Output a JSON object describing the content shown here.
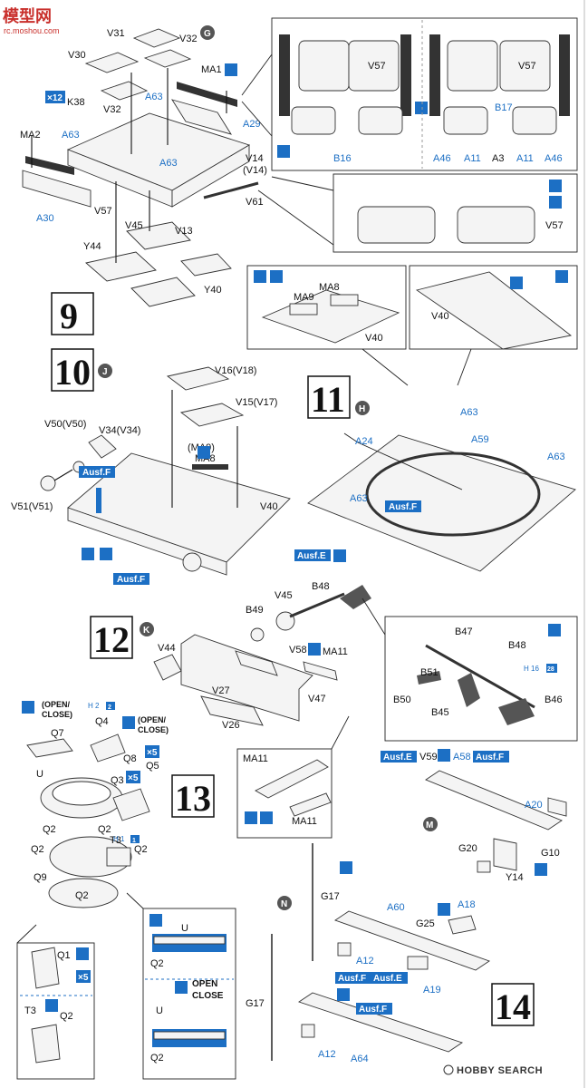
{
  "watermark": {
    "top_logo": "模型网",
    "top_url": "rc.moshou.com",
    "bottom_logo": "HOBBY SEARCH"
  },
  "steps": [
    "9",
    "10",
    "11",
    "12",
    "13",
    "14"
  ],
  "subassemblies": [
    "G",
    "J",
    "H",
    "K",
    "M",
    "N"
  ],
  "callouts": {
    "x12": "×12",
    "x5": "×5",
    "x5b": "×5",
    "h2": "H 2",
    "h2n": "2",
    "h1": "H 1",
    "h1n": "1",
    "h16": "H 16",
    "h16n": "28"
  },
  "badges": {
    "ausf_f": "Ausf.F",
    "ausf_e": "Ausf.E"
  },
  "annotations": {
    "open_close": "(OPEN/\nCLOSE)",
    "open": "OPEN",
    "close": "CLOSE"
  },
  "labels_black": {
    "V31": "V31",
    "V32a": "V32",
    "V30": "V30",
    "MA1": "MA1",
    "K38": "K38",
    "V32b": "V32",
    "MA2": "MA2",
    "V14": "V14",
    "V14p": "(V14)",
    "V61": "V61",
    "V57a": "V57",
    "V45": "V45",
    "V13": "V13",
    "Y44": "Y44",
    "Y40": "Y40",
    "V57b": "V57",
    "V57c": "V57",
    "V57d": "V57",
    "A3": "A3",
    "MA9": "MA9",
    "MA8": "MA8",
    "V40a": "V40",
    "V40b": "V40",
    "V16": "V16(V18)",
    "V15": "V15(V17)",
    "MA9p": "(MA9)",
    "MA8b": "MA8",
    "V40c": "V40",
    "V50": "V50(V50)",
    "V34": "V34(V34)",
    "V51": "V51(V51)",
    "V45b": "V45",
    "B48": "B48",
    "B49": "B49",
    "V44": "V44",
    "V58": "V58",
    "MA11": "MA11",
    "V27": "V27",
    "V47": "V47",
    "V26": "V26",
    "B47": "B47",
    "B48b": "B48",
    "B51": "B51",
    "B50": "B50",
    "B45": "B45",
    "B46": "B46",
    "Q7": "Q7",
    "Q4": "Q4",
    "Q8": "Q8",
    "Q5": "Q5",
    "U": "U",
    "Q3": "Q3",
    "Q2a": "Q2",
    "Q2b": "Q2",
    "Q2c": "Q2",
    "T3": "T3",
    "Q2d": "Q2",
    "Q9": "Q9",
    "Q2e": "Q2",
    "MA11b": "MA11",
    "MA11c": "MA11",
    "V59": "V59",
    "G20": "G20",
    "G10": "G10",
    "Y14": "Y14",
    "Q1": "Q1",
    "T3b": "T3",
    "Q2f": "Q2",
    "U2": "U",
    "Q2g": "Q2",
    "U3": "U",
    "Q2h": "Q2",
    "G17a": "G17",
    "G17b": "G17",
    "G25": "G25"
  },
  "labels_blue": {
    "A63a": "A63",
    "A29": "A29",
    "A63b": "A63",
    "A63c": "A63",
    "A30": "A30",
    "B16": "B16",
    "B17": "B17",
    "A46a": "A46",
    "A11a": "A11",
    "A11b": "A11",
    "A46b": "A46",
    "A63d": "A63",
    "A24": "A24",
    "A59": "A59",
    "A63e": "A63",
    "A63f": "A63",
    "A58": "A58",
    "A20": "A20",
    "A60": "A60",
    "A18": "A18",
    "A12a": "A12",
    "A19": "A19",
    "A12b": "A12",
    "A64": "A64"
  },
  "colors": {
    "accent_blue": "#1c6fc4",
    "ink": "#111111"
  }
}
